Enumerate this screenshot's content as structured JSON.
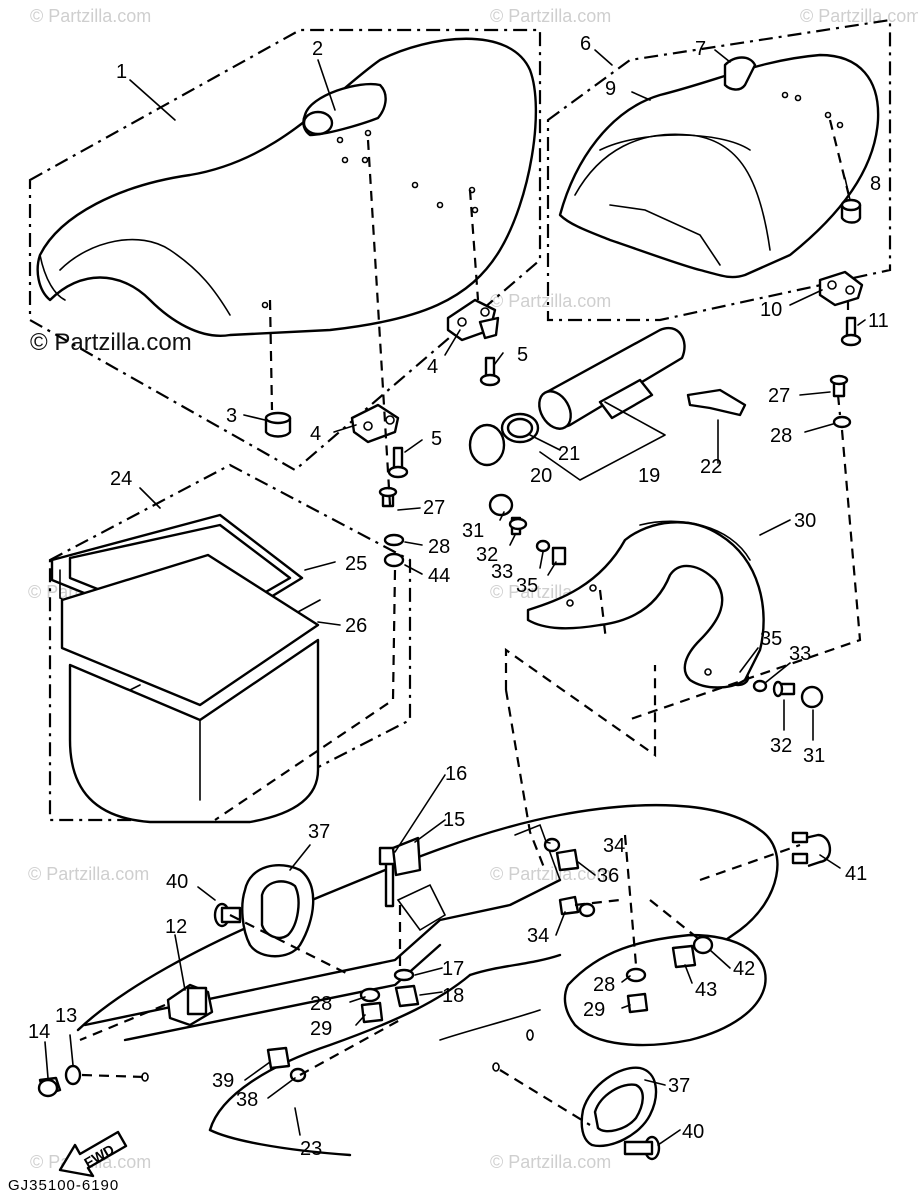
{
  "diagram_code": "GJ35100-6190",
  "watermark": "© Partzilla.com",
  "watermark_main": "© Partzilla.com",
  "fwd_label": "FWD",
  "callouts": {
    "c1": "1",
    "c2": "2",
    "c3": "3",
    "c4a": "4",
    "c4b": "4",
    "c5a": "5",
    "c5b": "5",
    "c6": "6",
    "c7": "7",
    "c8": "8",
    "c9": "9",
    "c10": "10",
    "c11": "11",
    "c12": "12",
    "c13": "13",
    "c14": "14",
    "c15": "15",
    "c16": "16",
    "c17": "17",
    "c18": "18",
    "c19": "19",
    "c20": "20",
    "c21": "21",
    "c22": "22",
    "c23": "23",
    "c24": "24",
    "c25": "25",
    "c26": "26",
    "c27a": "27",
    "c27b": "27",
    "c28a": "28",
    "c28b": "28",
    "c28c": "28",
    "c28d": "28",
    "c29a": "29",
    "c29b": "29",
    "c30": "30",
    "c31a": "31",
    "c31b": "31",
    "c32a": "32",
    "c32b": "32",
    "c33a": "33",
    "c33b": "33",
    "c34a": "34",
    "c34b": "34",
    "c35a": "35",
    "c35b": "35",
    "c36": "36",
    "c37a": "37",
    "c37b": "37",
    "c38": "38",
    "c39": "39",
    "c40a": "40",
    "c40b": "40",
    "c41": "41",
    "c42": "42",
    "c43": "43",
    "c44": "44"
  }
}
